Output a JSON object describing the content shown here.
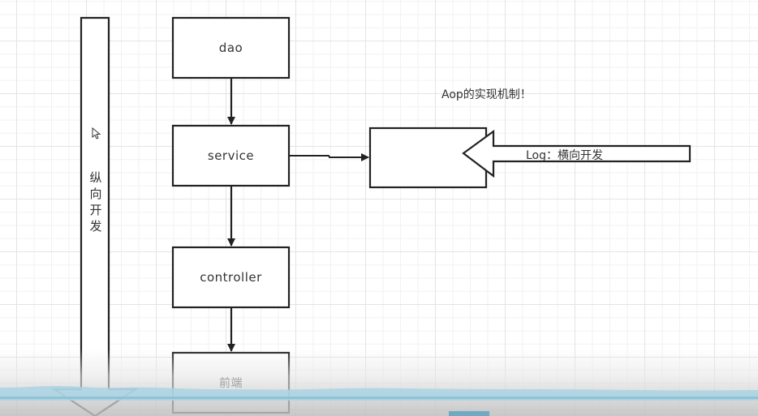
{
  "diagram": {
    "title_annotation": "Aop的实现机制！",
    "vertical_arrow_label": [
      "纵",
      "向",
      "开",
      "发"
    ],
    "horizontal_arrow_label": "Log：横向开发",
    "nodes": [
      {
        "id": "dao",
        "label": "dao"
      },
      {
        "id": "service",
        "label": "service"
      },
      {
        "id": "controller",
        "label": "controller"
      },
      {
        "id": "frontend",
        "label": "前端"
      },
      {
        "id": "aop-box",
        "label": ""
      }
    ],
    "edges": [
      {
        "from": "dao",
        "to": "service"
      },
      {
        "from": "service",
        "to": "controller"
      },
      {
        "from": "controller",
        "to": "frontend"
      },
      {
        "from": "service",
        "to": "aop-box"
      }
    ]
  },
  "colors": {
    "stroke": "#222222",
    "text": "#333333",
    "waveform": "#a9d3e3",
    "progress": "#6fa9c2"
  }
}
